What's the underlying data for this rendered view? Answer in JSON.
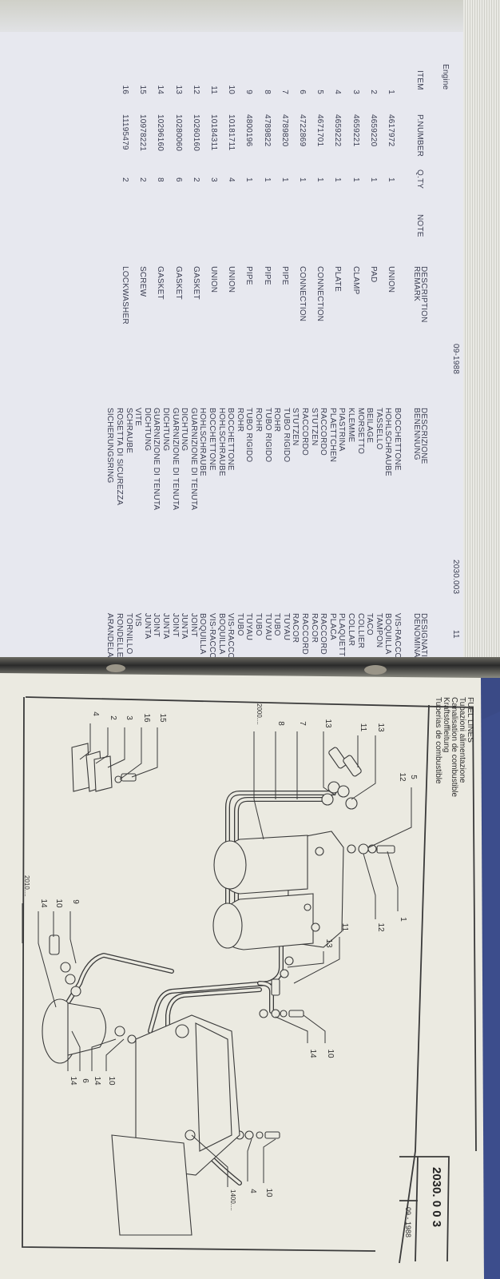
{
  "left_page": {
    "section": "Engine",
    "date": "09-1988",
    "page_code": "2030.003",
    "page_number": "11",
    "headers": {
      "item": "ITEM",
      "part_number": "P.NUMBER",
      "qty": "Q.TY",
      "note": "NOTE",
      "description": "DESCRIPTION",
      "remark": "REMARK",
      "descrizione": "DESCRIZIONE",
      "benennung": "BENENNUNG",
      "designation": "DESIGNATION",
      "denominaciones": "DENOMINACIONES"
    },
    "parts": [
      {
        "item": "1",
        "pn": "4617972",
        "qty": "1",
        "en": "UNION",
        "it": "BOCCHETTONE",
        "de": "HOHLSCHRAUBE",
        "fr": "VIS-RACCORD",
        "es": "BOQUILLA"
      },
      {
        "item": "2",
        "pn": "4659220",
        "qty": "1",
        "en": "PAD",
        "it": "TASSELLO",
        "de": "BEILAGE",
        "fr": "TAMPON",
        "es": "TACO"
      },
      {
        "item": "3",
        "pn": "4659221",
        "qty": "1",
        "en": "CLAMP",
        "it": "MORSETTO",
        "de": "KLEMME",
        "fr": "COLLIER",
        "es": "COLLAR"
      },
      {
        "item": "4",
        "pn": "4659222",
        "qty": "1",
        "en": "PLATE",
        "it": "PIASTRINA",
        "de": "PLAETTCHEN",
        "fr": "PLAQUETTE",
        "es": "PLACA"
      },
      {
        "item": "5",
        "pn": "4671701",
        "qty": "1",
        "en": "CONNECTION",
        "it": "RACCORDO",
        "de": "STUTZEN",
        "fr": "RACCORD",
        "es": "RACOR"
      },
      {
        "item": "6",
        "pn": "4722869",
        "qty": "1",
        "en": "CONNECTION",
        "it": "RACCORDO",
        "de": "STUTZEN",
        "fr": "RACCORD",
        "es": "RACOR"
      },
      {
        "item": "7",
        "pn": "4789820",
        "qty": "1",
        "en": "PIPE",
        "it": "TUBO RIGIDO",
        "de": "ROHR",
        "fr": "TUYAU",
        "es": "TUBO"
      },
      {
        "item": "8",
        "pn": "4789822",
        "qty": "1",
        "en": "PIPE",
        "it": "TUBO RIGIDO",
        "de": "ROHR",
        "fr": "TUYAU",
        "es": "TUBO"
      },
      {
        "item": "9",
        "pn": "4800196",
        "qty": "1",
        "en": "PIPE",
        "it": "TUBO RIGIDO",
        "de": "ROHR",
        "fr": "TUYAU",
        "es": "TUBO"
      },
      {
        "item": "10",
        "pn": "10181711",
        "qty": "4",
        "en": "UNION",
        "it": "BOCCHETTONE",
        "de": "HOHLSCHRAUBE",
        "fr": "VIS-RACCORD",
        "es": "BOQUILLA"
      },
      {
        "item": "11",
        "pn": "10184311",
        "qty": "3",
        "en": "UNION",
        "it": "BOCCHETTONE",
        "de": "HOHLSCHRAUBE",
        "fr": "VIS-RACCORD",
        "es": "BOQUILLA"
      },
      {
        "item": "12",
        "pn": "10260160",
        "qty": "2",
        "en": "GASKET",
        "it": "GUARNIZIONE DI TENUTA",
        "de": "DICHTUNG",
        "fr": "JOINT",
        "es": "JUNTA"
      },
      {
        "item": "13",
        "pn": "10280060",
        "qty": "6",
        "en": "GASKET",
        "it": "GUARNIZIONE DI TENUTA",
        "de": "DICHTUNG",
        "fr": "JOINT",
        "es": "JUNTA"
      },
      {
        "item": "14",
        "pn": "10296160",
        "qty": "8",
        "en": "GASKET",
        "it": "GUARNIZIONE DI TENUTA",
        "de": "DICHTUNG",
        "fr": "JOINT",
        "es": "JUNTA"
      },
      {
        "item": "15",
        "pn": "10978221",
        "qty": "2",
        "en": "SCREW",
        "it": "VITE",
        "de": "SCHRAUBE",
        "fr": "VIS",
        "es": "TORNILLO"
      },
      {
        "item": "16",
        "pn": "11195479",
        "qty": "2",
        "en": "LOCKWASHER",
        "it": "ROSETTA DI SICUREZZA",
        "de": "SICHERUNGSRING",
        "fr": "RONDELLE FREIN",
        "es": "ARANDELA DE FRENO"
      }
    ]
  },
  "right_page": {
    "title_lines": [
      "FUEL LINES",
      "Tubazioni alimentazione",
      "Canalisation de combustible",
      "Kraftstoffleitung",
      "Tuberias de combustible"
    ],
    "page_code": "2030. 0 0 3",
    "date": "09 - 1988",
    "callouts": [
      "5",
      "12",
      "13",
      "11",
      "13",
      "7",
      "8",
      "2000....",
      "15",
      "16",
      "3",
      "2",
      "4",
      "1",
      "12",
      "11",
      "13",
      "10",
      "14",
      "9",
      "10",
      "14",
      "2010....",
      "10",
      "14",
      "6",
      "14",
      "10",
      "4",
      "1400...."
    ]
  }
}
